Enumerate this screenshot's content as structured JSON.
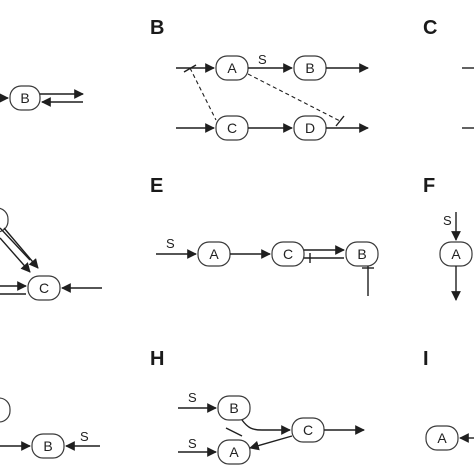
{
  "panels": [
    "B",
    "C",
    "E",
    "F",
    "H",
    "I"
  ],
  "nodes": {
    "A": "A",
    "B": "B",
    "C": "C",
    "D": "D"
  },
  "edge_labels": {
    "S": "S"
  },
  "colors": {
    "ink": "#1f1f1f",
    "node_fill": "#ffffff",
    "background": "#ffffff"
  }
}
